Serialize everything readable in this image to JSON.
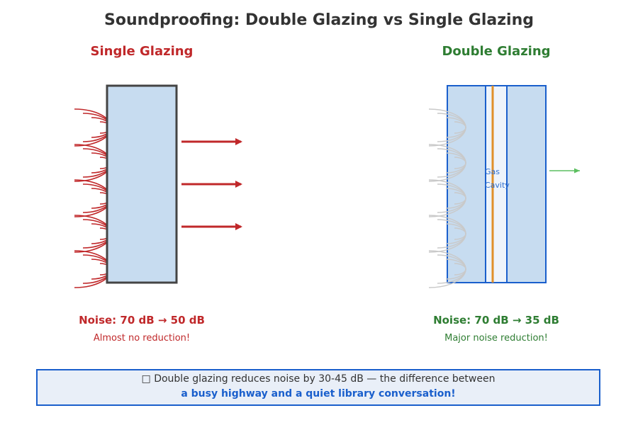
{
  "title": "Soundproofing: Double Glazing vs Single Glazing",
  "single": {
    "heading": "Single Glazing",
    "result": "Noise: 70 dB → 50 dB",
    "caption": "Almost no reduction!"
  },
  "double": {
    "heading": "Double Glazing",
    "cavity_line1": "Gas",
    "cavity_line2": "Cavity",
    "result": "Noise: 70 dB → 35 dB",
    "caption": "Major noise reduction!"
  },
  "note": {
    "icon": "lightbulb-icon",
    "line1": "□ Double glazing reduces noise by 30-45 dB — the difference between",
    "line2": "a busy highway and a quiet library conversation!"
  },
  "colors": {
    "title": "#333333",
    "single_accent": "#c0282a",
    "double_accent": "#2e7d32",
    "glass_fill": "#c7dcf0",
    "frame_dark": "#444444",
    "frame_blue": "#1a5fcc",
    "spacer": "#e0902a",
    "muted_wave": "#c9c9c9",
    "weak_arrow": "#5cbf60"
  }
}
